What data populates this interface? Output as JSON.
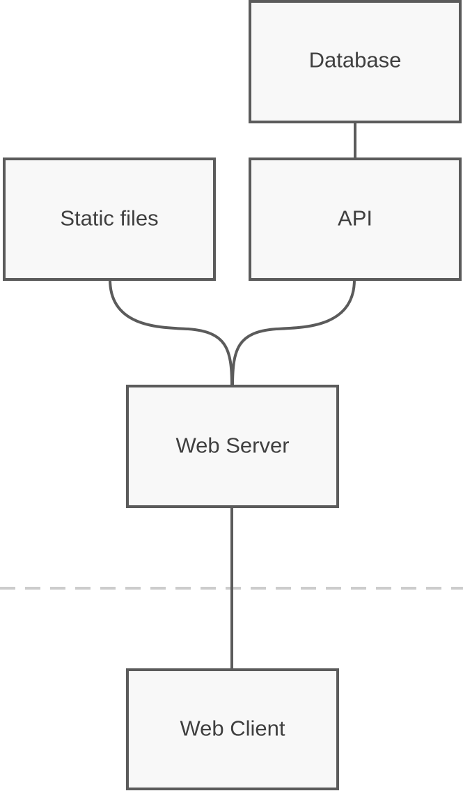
{
  "nodes": {
    "database": {
      "label": "Database"
    },
    "static_files": {
      "label": "Static files"
    },
    "api": {
      "label": "API"
    },
    "web_server": {
      "label": "Web Server"
    },
    "web_client": {
      "label": "Web Client"
    }
  },
  "colors": {
    "box_fill": "#f8f8f8",
    "box_stroke": "#5b5b5b",
    "label_text": "#3f3f3f",
    "boundary_line": "#cccccc"
  }
}
